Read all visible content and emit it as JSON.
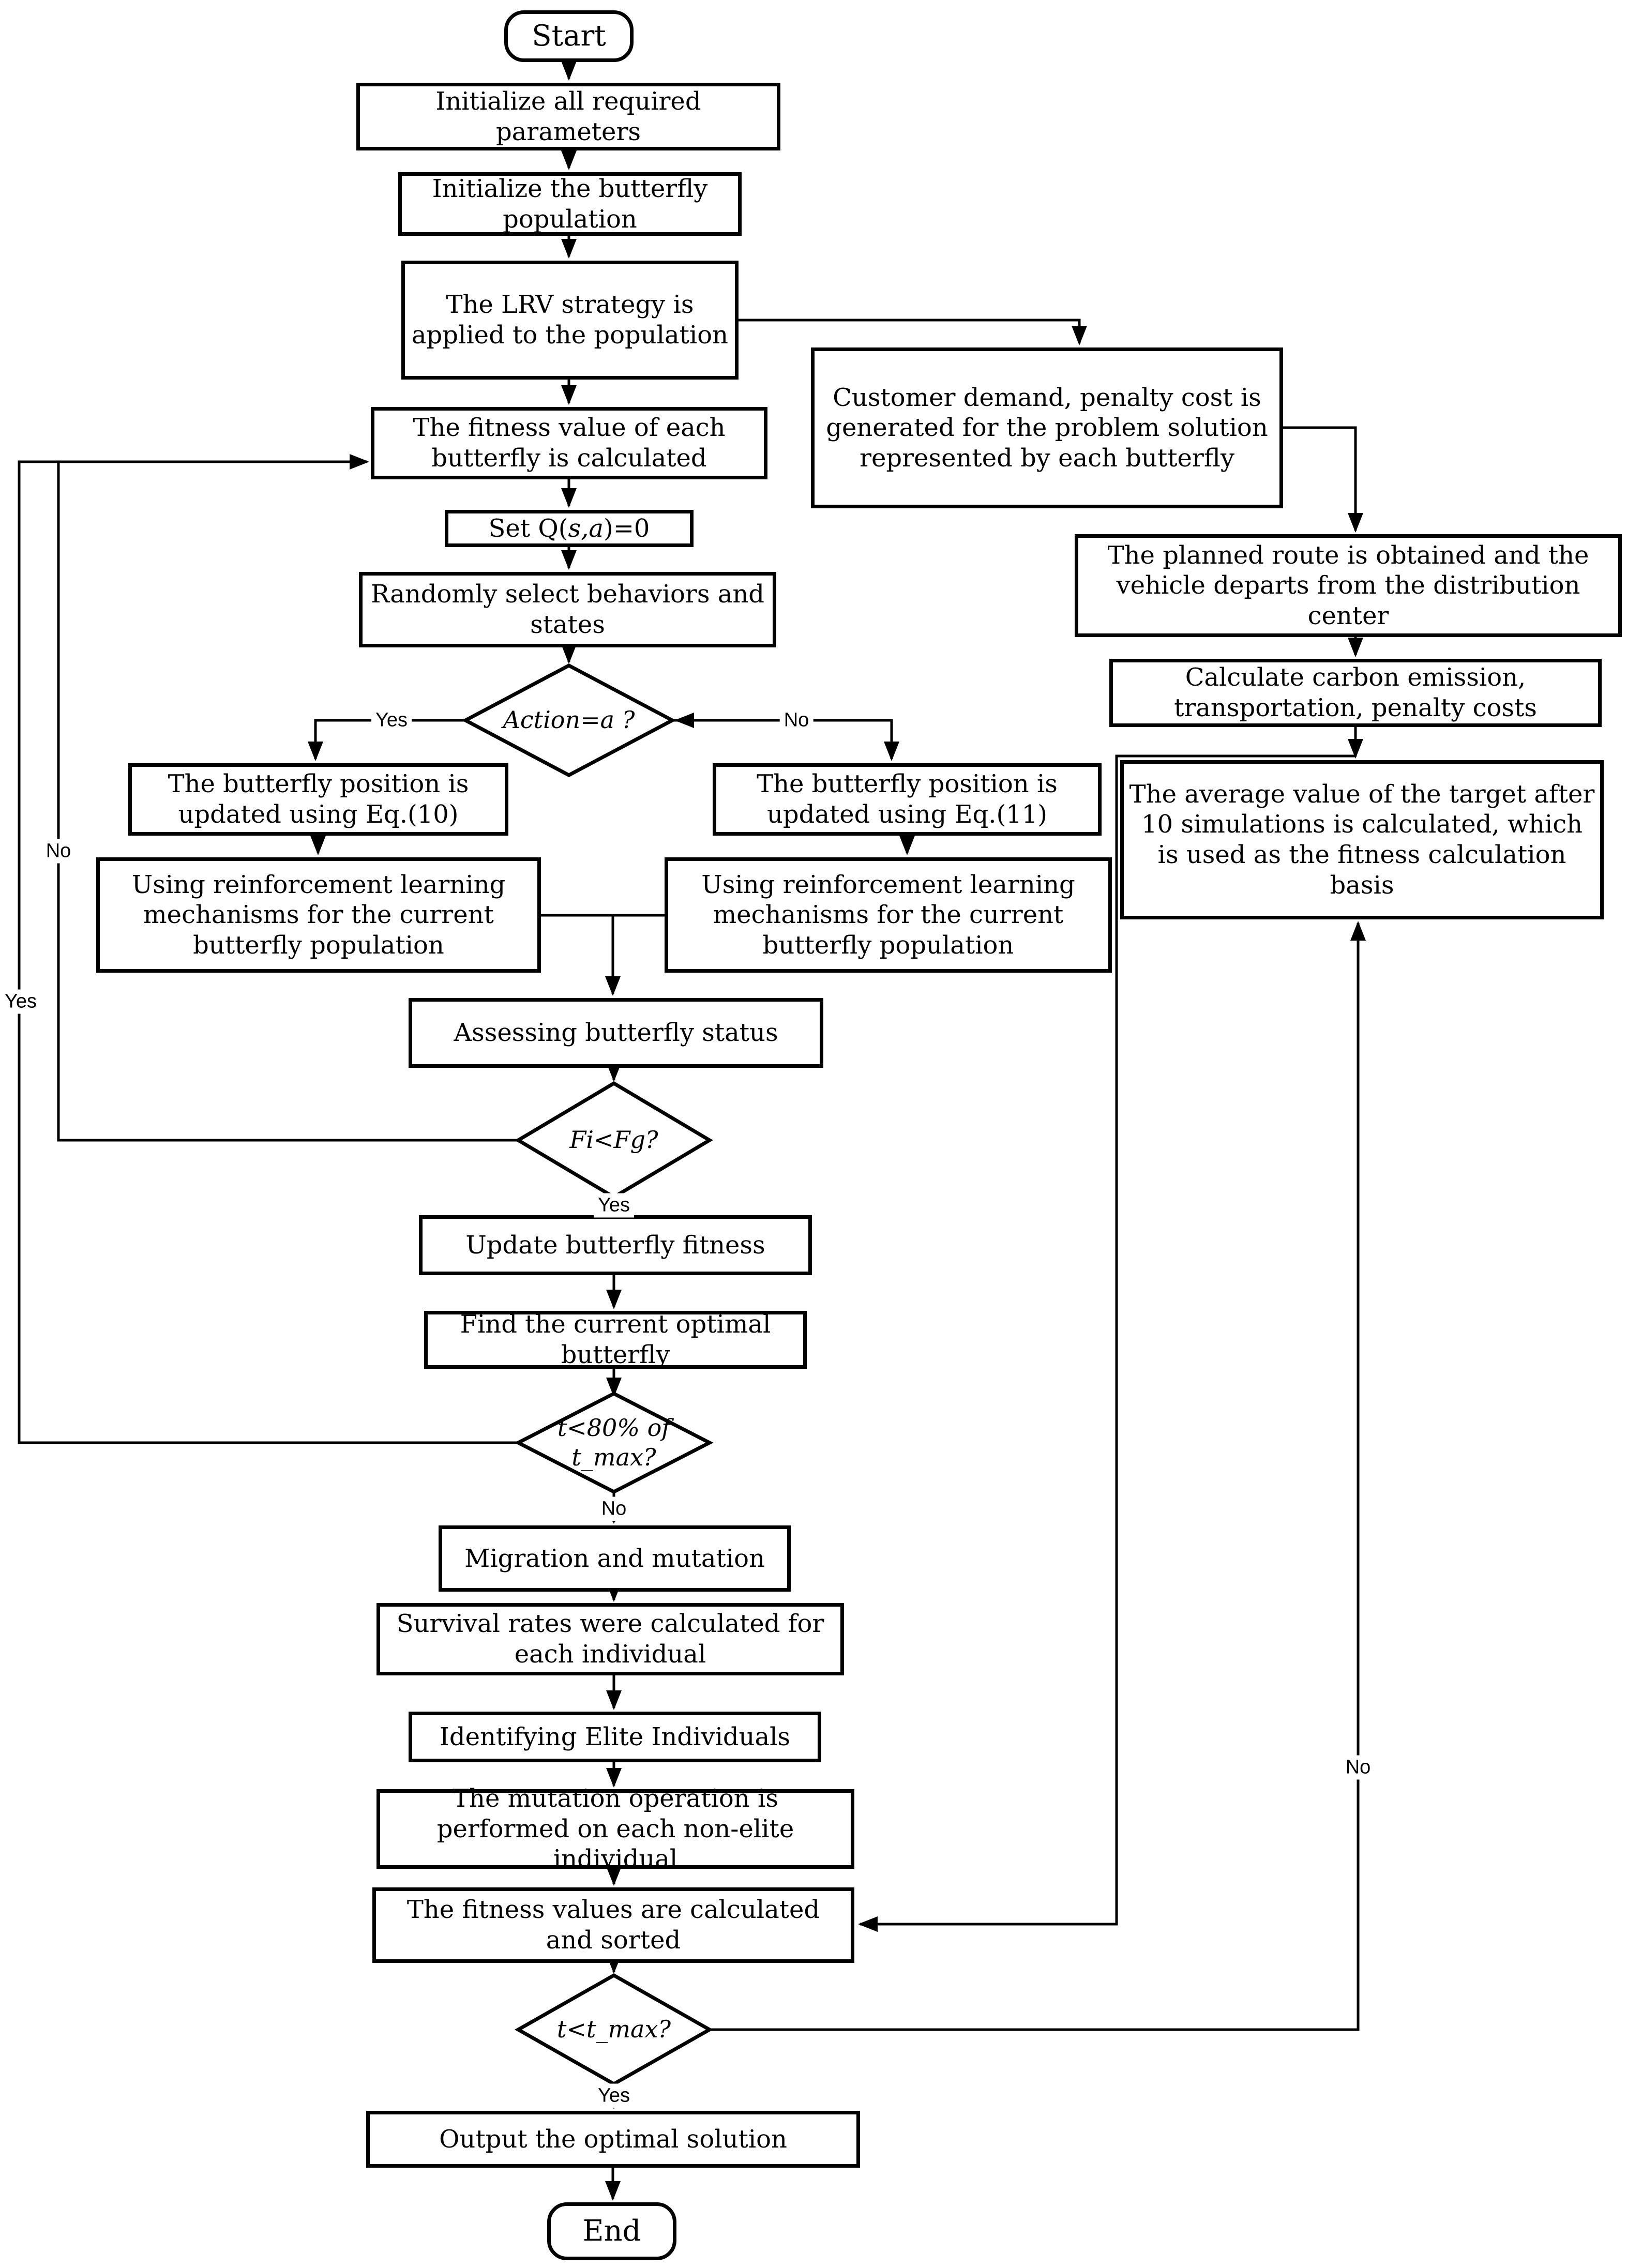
{
  "diagram": {
    "colors": {
      "line": "#000000",
      "background": "#ffffff"
    },
    "nodes": {
      "start": "Start",
      "init_params": "Initialize all required parameters",
      "init_population": "Initialize the butterfly population",
      "lrv": "The LRV strategy is applied to the population",
      "fitness_each": "The fitness value of each butterfly is calculated",
      "set_q_prefix": "Set Q(",
      "set_q_vars": "s,a",
      "set_q_suffix": ")=0",
      "random_select": "Randomly select behaviors and states",
      "action_decision": "Action=a ?",
      "eq10": "The butterfly position is updated using Eq.(10)",
      "eq11": "The butterfly position is updated using Eq.(11)",
      "rl_left": "Using reinforcement learning mechanisms for the current butterfly population",
      "rl_right": "Using reinforcement learning mechanisms for the current butterfly population",
      "assess": "Assessing butterfly status",
      "fifg_decision": "Fi<Fg?",
      "update_fitness": "Update butterfly fitness",
      "find_optimal": "Find the current optimal butterfly",
      "t80_decision": "t<80% of t_max?",
      "migration": "Migration and mutation",
      "survival": "Survival rates were calculated for each individual",
      "elite": "Identifying Elite Individuals",
      "mutation_nonelite": "The mutation operation is performed on each non-elite individual",
      "fitness_sorted": "The fitness values are calculated and sorted",
      "ttmax_decision": "t<t_max?",
      "output": "Output the optimal solution",
      "end": "End",
      "customer_demand": "Customer demand, penalty cost is generated for the problem solution represented by each butterfly",
      "planned_route": "The planned route is obtained and the vehicle departs from the distribution center",
      "carbon": "Calculate carbon emission, transportation, penalty costs",
      "average_target": "The average value of the target after 10 simulations is calculated, which is used as the fitness calculation basis"
    },
    "edge_labels": {
      "action_yes": "Yes",
      "action_no": "No",
      "fifg_yes": "Yes",
      "fifg_no": "No",
      "t80_yes": "Yes",
      "t80_no": "No",
      "ttmax_yes": "Yes",
      "ttmax_no": "No"
    }
  }
}
